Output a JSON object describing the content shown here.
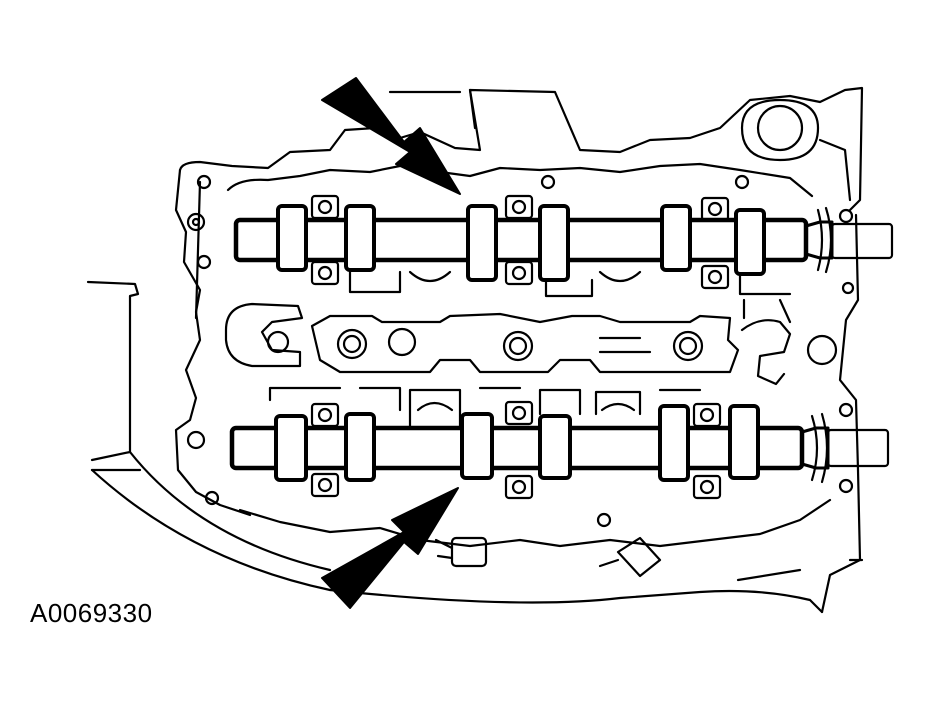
{
  "figure": {
    "id": "A0069330"
  },
  "colors": {
    "ink": "#000000",
    "paper": "#ffffff"
  },
  "components": {
    "intake_camshaft": "camshaft",
    "exhaust_camshaft": "camshaft",
    "cam_lobe": "cam-lobe",
    "bearing_cap_bolt": "bolt",
    "spark_plug_well": "spark-plug-well",
    "indicator_arrow": "arrow"
  }
}
